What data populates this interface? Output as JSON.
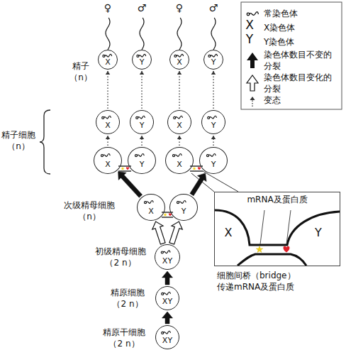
{
  "diagram": {
    "nodes": [
      {
        "text": [
          "X"
        ]
      },
      {
        "text": [
          "Y"
        ]
      },
      {
        "text": [
          "X"
        ]
      },
      {
        "text": [
          "Y"
        ]
      },
      {
        "text": [
          "X"
        ]
      },
      {
        "text": [
          "Y"
        ]
      },
      {
        "text": [
          "X"
        ]
      },
      {
        "text": [
          "Y"
        ]
      },
      {
        "text": [
          "X"
        ]
      },
      {
        "text": [
          "Y"
        ]
      },
      {
        "text": [
          "X"
        ]
      },
      {
        "text": [
          "Y"
        ]
      },
      {
        "text": [
          "mRNA及蛋白质"
        ]
      },
      {
        "text": [
          "X"
        ]
      },
      {
        "text": [
          "Y"
        ]
      },
      {
        "text": [
          "XY"
        ]
      },
      {
        "text": [
          "XY"
        ]
      },
      {
        "text": [
          "XY"
        ]
      }
    ],
    "edges": [
      {
        "from": 17,
        "to": 16,
        "arrow": "to"
      },
      {
        "from": 16,
        "to": 15,
        "arrow": "to"
      },
      {
        "from": 15,
        "to": 13,
        "arrow": "to"
      },
      {
        "from": 15,
        "to": 14,
        "arrow": "to"
      },
      {
        "from": 13,
        "to": 8,
        "arrow": "to"
      },
      {
        "from": 14,
        "to": 11,
        "arrow": "to"
      },
      {
        "from": 8,
        "to": 4,
        "arrow": "to"
      },
      {
        "from": 9,
        "to": 5,
        "arrow": "to"
      },
      {
        "from": 10,
        "to": 6,
        "arrow": "to"
      },
      {
        "from": 11,
        "to": 7,
        "arrow": "to"
      },
      {
        "from": 4,
        "to": 0,
        "arrow": "to"
      },
      {
        "from": 5,
        "to": 1,
        "arrow": "to"
      },
      {
        "from": 6,
        "to": 2,
        "arrow": "to"
      },
      {
        "from": 7,
        "to": 3,
        "arrow": "to"
      }
    ],
    "labels": [
      "♀",
      "♂",
      "♀",
      "♂",
      "精子 （n）",
      "精子细胞 （n）",
      "次级精母细胞 （n）",
      "初级精母细胞 （2 n）",
      "精原细胞 （2 n）",
      "精原干细胞 （2 n）",
      "X",
      "Y",
      "X",
      "Y",
      "细胞间桥（bridge） 传递mRNA及蛋白质"
    ],
    "legend": [
      {
        "text": "常染色体"
      },
      {
        "text": "X染色体"
      },
      {
        "text": "Y染色体"
      },
      {
        "text": "染色体数目不变的分裂"
      },
      {
        "text": "染色体数目变化的分裂"
      },
      {
        "text": "变态"
      }
    ]
  }
}
